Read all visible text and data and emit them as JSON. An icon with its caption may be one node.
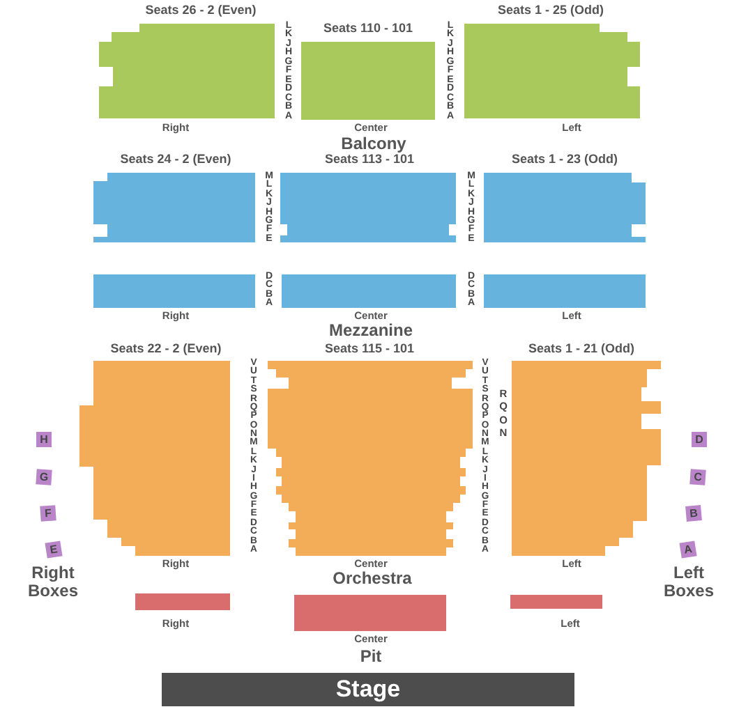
{
  "diagram": {
    "nodes": [
      {
        "text": [
          "Seats 26 - 2 (Even)"
        ],
        "beside": [
          "Right"
        ]
      },
      {
        "text": [
          "Seats 110 - 101"
        ],
        "beside": [
          "Center"
        ]
      },
      {
        "text": [
          "Seats 1 - 25 (Odd)"
        ],
        "beside": [
          "Left"
        ]
      },
      {
        "text": [
          "Seats 24 - 2 (Even)"
        ]
      },
      {
        "text": [
          "Seats 113 - 101"
        ]
      },
      {
        "text": [
          "Seats 1 - 23 (Odd)"
        ]
      },
      {
        "text": [],
        "shape": "box",
        "beside": [
          "Right"
        ]
      },
      {
        "text": [],
        "shape": "box",
        "beside": [
          "Center"
        ]
      },
      {
        "text": [],
        "shape": "box",
        "beside": [
          "Left"
        ]
      },
      {
        "text": [
          "Seats 22 - 2 (Even)"
        ],
        "beside": [
          "Right"
        ]
      },
      {
        "text": [
          "Seats 115 - 101"
        ],
        "beside": [
          "Center"
        ]
      },
      {
        "text": [
          "Seats 1 - 21 (Odd)"
        ],
        "beside": [
          "Left"
        ]
      },
      {
        "text": [
          "H"
        ]
      },
      {
        "text": [
          "D"
        ]
      },
      {
        "text": [
          "G"
        ]
      },
      {
        "text": [
          "C"
        ]
      },
      {
        "text": [
          "F"
        ]
      },
      {
        "text": [
          "B"
        ]
      },
      {
        "text": [
          "E"
        ]
      },
      {
        "text": [
          "A"
        ]
      },
      {
        "text": [],
        "shape": "box",
        "beside": [
          "Right"
        ]
      },
      {
        "text": [],
        "shape": "box",
        "beside": [
          "Center"
        ]
      },
      {
        "text": [],
        "shape": "box",
        "beside": [
          "Left"
        ]
      },
      {
        "text": [
          "Stage"
        ]
      }
    ],
    "labels": [
      "L K J H G F E D C B A",
      "L K J H G F E D C B A",
      "Balcony",
      "M L K J H G F E",
      "M L K J H G F E",
      "D C B A",
      "D C B A",
      "Mezzanine",
      "V U T S R Q P O N M L K J I H G F E D C B A",
      "V U T S R Q P O N M L K J I H G F E D C B A",
      "R Q O N",
      "Right Boxes",
      "Orchestra",
      "Left Boxes",
      "Pit"
    ]
  }
}
